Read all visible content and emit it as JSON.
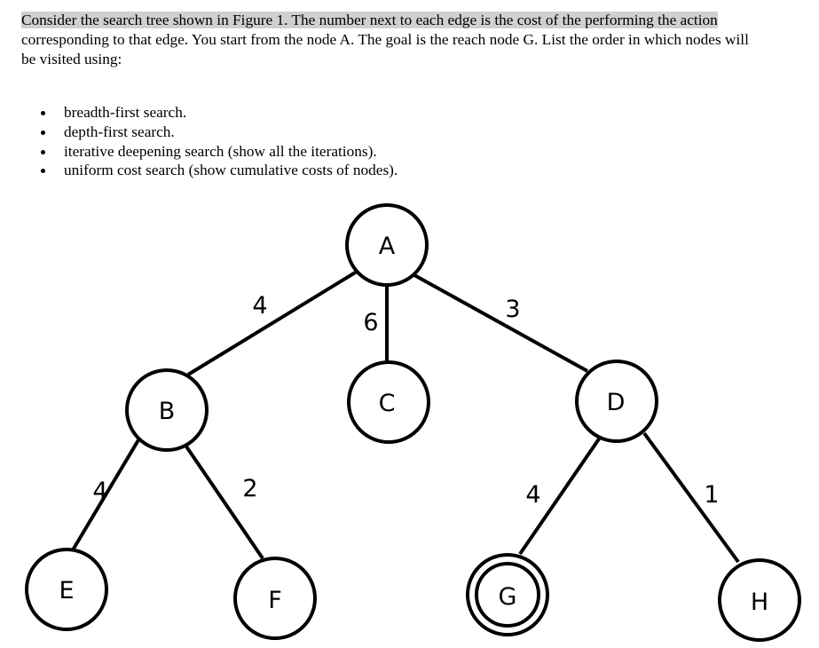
{
  "question": {
    "line1_highlighted": "Consider the search tree shown in Figure 1. The number next to each edge is the cost of the performing the action",
    "line2": "corresponding to that edge. You start from the node A. The goal is the reach node G. List the order in which nodes will",
    "line3": "be visited using:"
  },
  "bullets": [
    "breadth-first search.",
    "depth-first search.",
    "iterative deepening search (show all the iterations).",
    "uniform cost search (show cumulative costs of nodes)."
  ],
  "tree": {
    "nodes": {
      "A": "A",
      "B": "B",
      "C": "C",
      "D": "D",
      "E": "E",
      "F": "F",
      "G": "G",
      "H": "H"
    },
    "goal_node": "G",
    "edges": {
      "A_B": "4",
      "A_C": "6",
      "A_D": "3",
      "B_E": "4",
      "B_F": "2",
      "D_G": "4",
      "D_H": "1"
    }
  }
}
